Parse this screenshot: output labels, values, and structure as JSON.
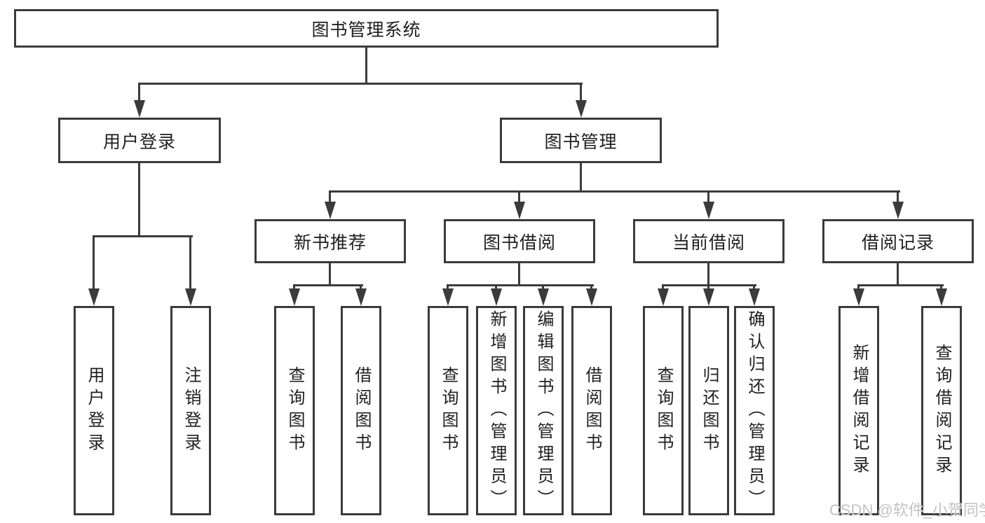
{
  "diagram": {
    "root": {
      "label": "图书管理系统"
    },
    "branches": [
      {
        "label": "用户登录",
        "children": [
          {
            "label": "用户登录"
          },
          {
            "label": "注销登录"
          }
        ]
      },
      {
        "label": "图书管理",
        "children": [
          {
            "label": "新书推荐",
            "children": [
              {
                "label": "查询图书"
              },
              {
                "label": "借阅图书"
              }
            ]
          },
          {
            "label": "图书借阅",
            "children": [
              {
                "label": "查询图书"
              },
              {
                "label": "新增图书（管理员）"
              },
              {
                "label": "编辑图书（管理员）"
              },
              {
                "label": "借阅图书"
              }
            ]
          },
          {
            "label": "当前借阅",
            "children": [
              {
                "label": "查询图书"
              },
              {
                "label": "归还图书"
              },
              {
                "label": "确认归还（管理员）"
              }
            ]
          },
          {
            "label": "借阅记录",
            "children": [
              {
                "label": "新增借阅记录"
              },
              {
                "label": "查询借阅记录"
              }
            ]
          }
        ]
      }
    ],
    "colors": {
      "line": "#3b3b3b",
      "text": "#1f1f1f",
      "background": "#ffffff",
      "watermark": "#c2c2c2"
    },
    "watermark": "CSDN @软件_小贺同学"
  }
}
